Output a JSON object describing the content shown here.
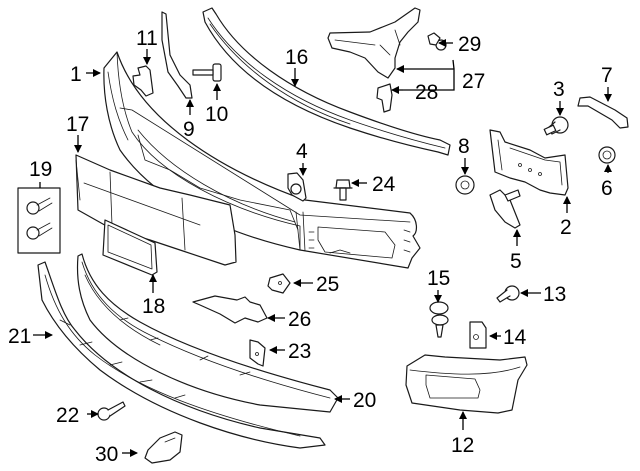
{
  "diagram": {
    "type": "exploded parts diagram",
    "subject": "front bumper assembly",
    "background": "#ffffff",
    "line_color": "#1a1a1a"
  },
  "callouts": [
    {
      "number": "1",
      "part": "bumper-face-bar"
    },
    {
      "number": "2",
      "part": "mounting-bracket"
    },
    {
      "number": "3",
      "part": "bolt"
    },
    {
      "number": "4",
      "part": "nut-clip"
    },
    {
      "number": "5",
      "part": "stud-bolt"
    },
    {
      "number": "6",
      "part": "nut"
    },
    {
      "number": "7",
      "part": "bracket-rod"
    },
    {
      "number": "8",
      "part": "nut"
    },
    {
      "number": "9",
      "part": "side-bracket"
    },
    {
      "number": "10",
      "part": "bolt"
    },
    {
      "number": "11",
      "part": "clip"
    },
    {
      "number": "12",
      "part": "end-cap"
    },
    {
      "number": "13",
      "part": "bolt"
    },
    {
      "number": "14",
      "part": "nut-clip"
    },
    {
      "number": "15",
      "part": "push-pin"
    },
    {
      "number": "16",
      "part": "upper-cover-strip"
    },
    {
      "number": "17",
      "part": "filler-panel"
    },
    {
      "number": "18",
      "part": "license-bracket"
    },
    {
      "number": "19",
      "part": "bolt-kit"
    },
    {
      "number": "20",
      "part": "lower-valance"
    },
    {
      "number": "21",
      "part": "air-deflector"
    },
    {
      "number": "22",
      "part": "bolt"
    },
    {
      "number": "23",
      "part": "clip"
    },
    {
      "number": "24",
      "part": "bolt"
    },
    {
      "number": "25",
      "part": "clip"
    },
    {
      "number": "26",
      "part": "support-bracket"
    },
    {
      "number": "27",
      "part": "bracket-assembly"
    },
    {
      "number": "28",
      "part": "bracket"
    },
    {
      "number": "29",
      "part": "push-retainer"
    },
    {
      "number": "30",
      "part": "tow-hook"
    }
  ]
}
